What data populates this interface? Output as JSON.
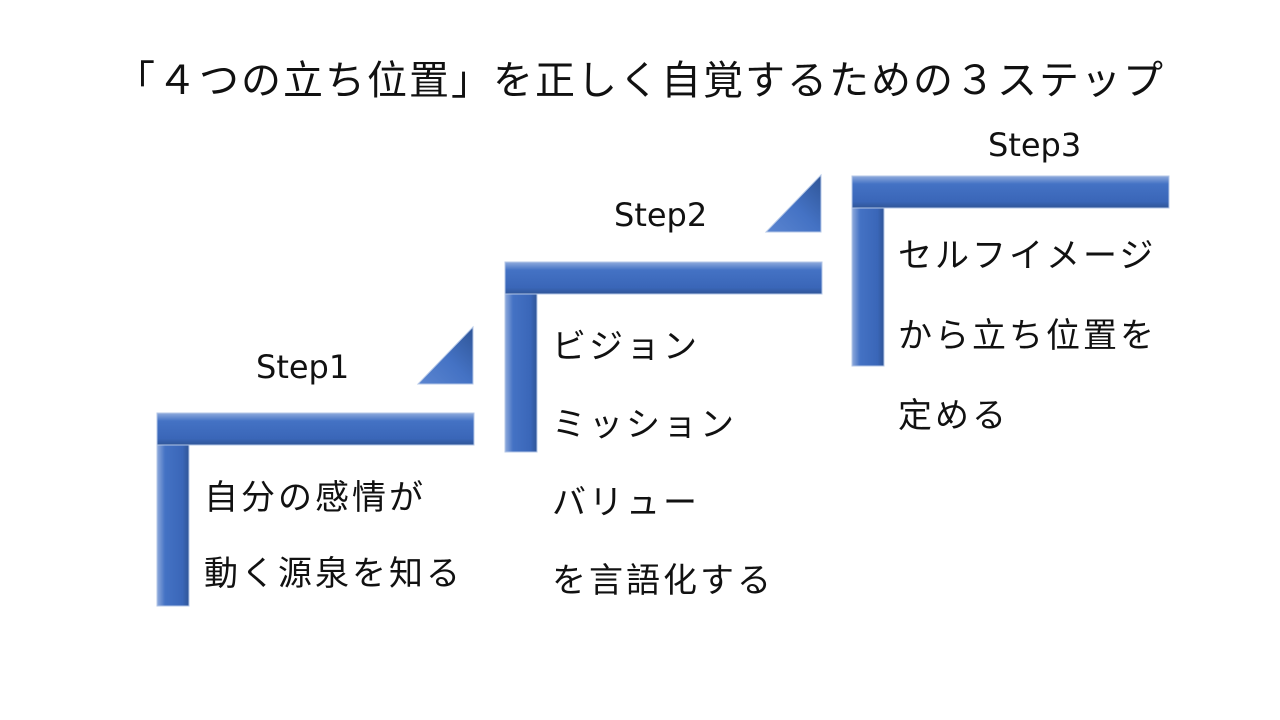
{
  "title": "「４つの立ち位置」を正しく自覚するための３ステップ",
  "colors": {
    "bracket_fill": "#4472C4",
    "bracket_light": "#8FAADC",
    "bracket_dark": "#2F5597"
  },
  "steps": [
    {
      "label": "Step1",
      "lines": [
        "自分の感情が",
        "動く源泉を知る"
      ]
    },
    {
      "label": "Step2",
      "lines": [
        "ビジョン",
        "ミッション",
        "バリュー",
        "を言語化する"
      ]
    },
    {
      "label": "Step3",
      "lines": [
        "セルフイメージ",
        "から立ち位置を",
        "定める"
      ]
    }
  ]
}
